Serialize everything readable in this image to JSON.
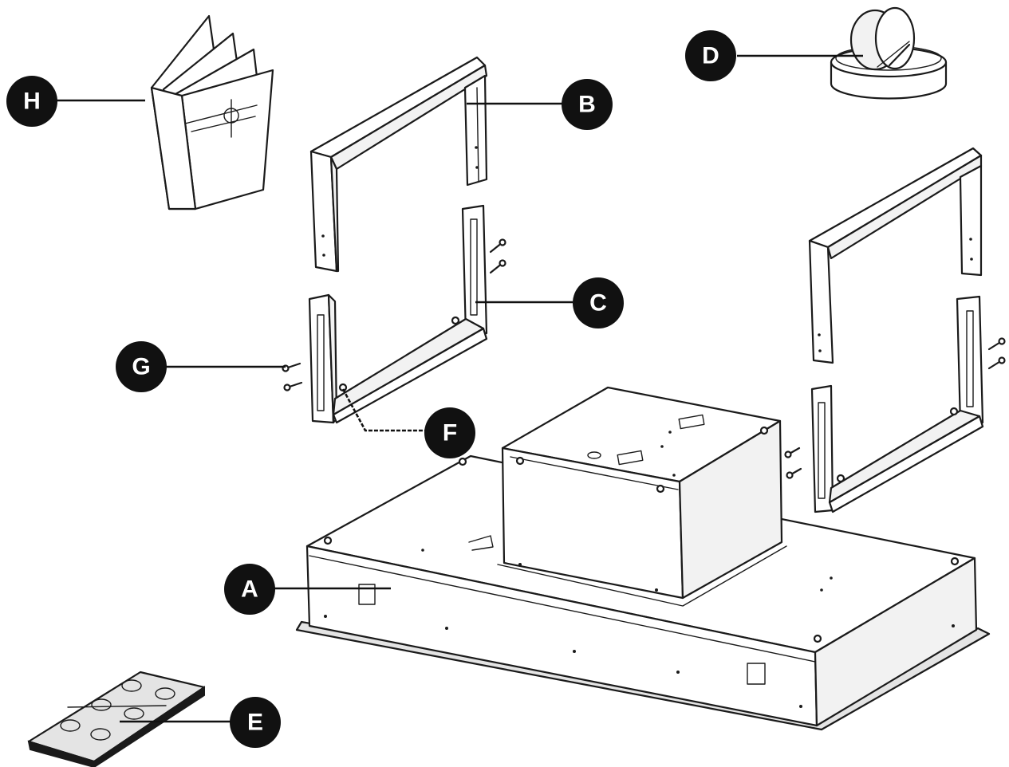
{
  "callouts": [
    {
      "id": "A",
      "letter": "A",
      "part": "hood-body"
    },
    {
      "id": "B",
      "letter": "B",
      "part": "upper-bracket-frame"
    },
    {
      "id": "C",
      "letter": "C",
      "part": "lower-bracket-frame"
    },
    {
      "id": "D",
      "letter": "D",
      "part": "backdraft-damper"
    },
    {
      "id": "E",
      "letter": "E",
      "part": "remote-control"
    },
    {
      "id": "F",
      "letter": "F",
      "part": "frame-screws"
    },
    {
      "id": "G",
      "letter": "G",
      "part": "mounting-screws"
    },
    {
      "id": "H",
      "letter": "H",
      "part": "instruction-manual"
    }
  ],
  "colors": {
    "line": "#1a1a1a",
    "callout_fill": "#111111",
    "callout_text": "#ffffff",
    "background": "#ffffff"
  }
}
